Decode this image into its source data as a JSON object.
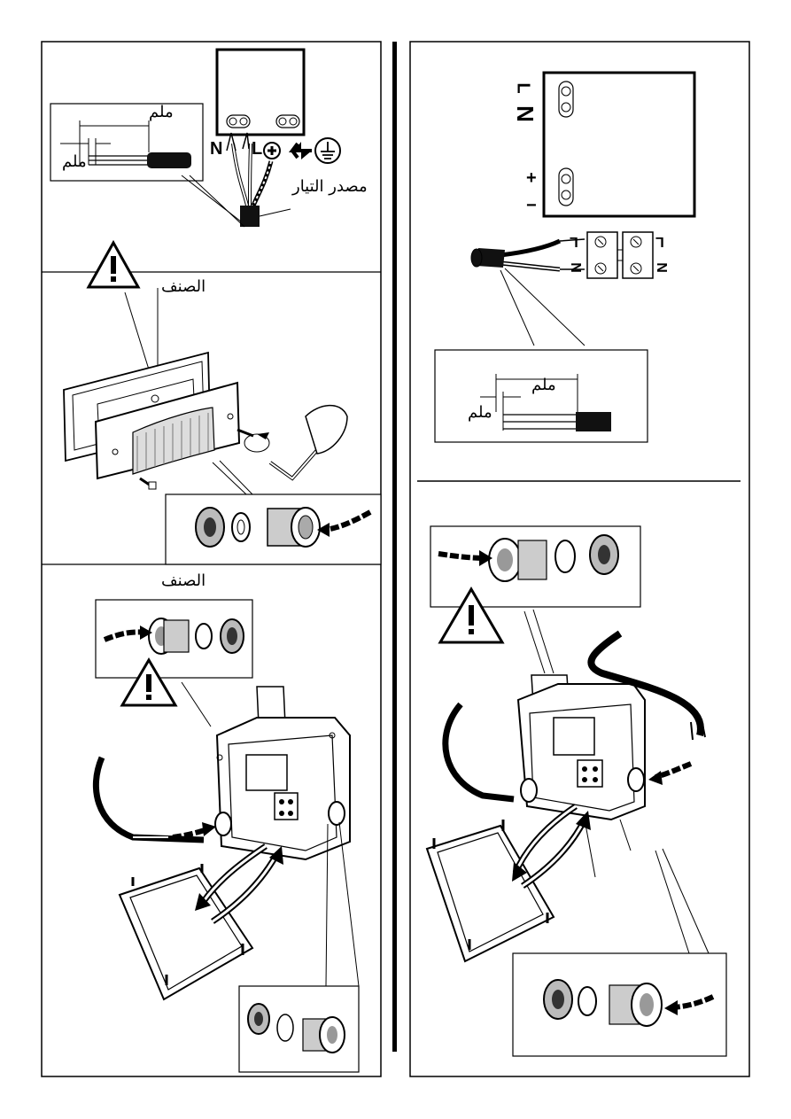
{
  "left": {
    "wiring": {
      "mm_top": "ملم",
      "mm_left": "ملم",
      "terminal_n": "N",
      "terminal_l": "L",
      "power_source": "مصدر التيار",
      "icons": [
        "ground-icon",
        "arrow-icon"
      ]
    },
    "mount": {
      "type_label": "الصنف",
      "icons": [
        "warning-icon",
        "hex-key-icon"
      ]
    },
    "box": {
      "type_label": "الصنف",
      "icons": [
        "warning-icon",
        "cable-gland-icon"
      ]
    }
  },
  "right": {
    "terminal_block": {
      "l": "L",
      "n": "N",
      "plus": "+",
      "minus": "−"
    },
    "connector": {
      "l_left": "L",
      "l_right": "L",
      "n_left": "N",
      "n_right": "N"
    },
    "strip": {
      "mm_top": "ملم",
      "mm_left": "ملم"
    },
    "box": {
      "icons": [
        "warning-icon",
        "cable-gland-icon"
      ]
    }
  }
}
